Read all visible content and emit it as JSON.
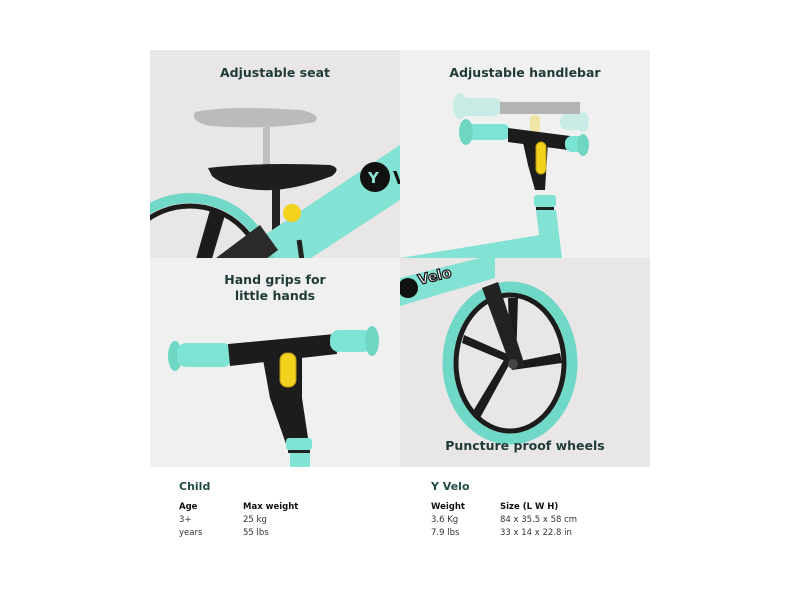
{
  "panels": {
    "top_left": {
      "caption": "Adjustable seat"
    },
    "top_right": {
      "caption": "Adjustable handlebar"
    },
    "bottom_left": {
      "caption_line1": "Hand grips for",
      "caption_line2": "little hands"
    },
    "bottom_right": {
      "caption": "Puncture proof wheels"
    }
  },
  "brand_logo": "Velo",
  "colors": {
    "teal": "#7de3d2",
    "teal_dark": "#5fcfbd",
    "black": "#1a1a1a",
    "yellow": "#f2d21c",
    "caption": "#1f3a38"
  },
  "specs": {
    "child": {
      "heading": "Child",
      "columns": [
        {
          "label": "Age",
          "values": [
            "3+ years"
          ]
        },
        {
          "label": "Max weight",
          "values": [
            "25 kg",
            "55 lbs"
          ]
        }
      ]
    },
    "product": {
      "heading": "Y Velo",
      "columns": [
        {
          "label": "Weight",
          "values": [
            "3.6 Kg",
            "7.9 lbs"
          ]
        },
        {
          "label": "Size (L W H)",
          "values": [
            "84 x 35.5 x 58 cm",
            "33 x 14 x 22.8 in"
          ]
        }
      ]
    }
  }
}
